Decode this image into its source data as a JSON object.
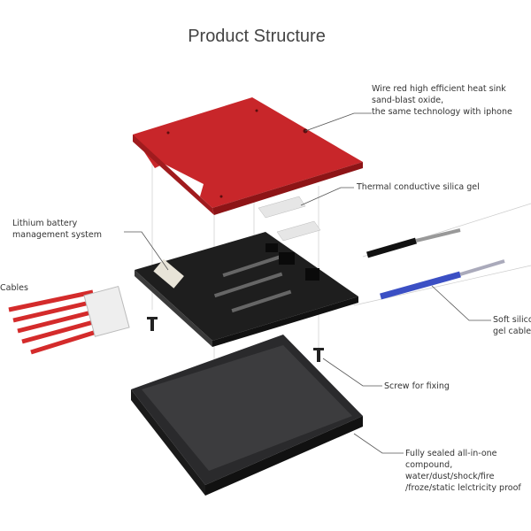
{
  "title": "Product Structure",
  "labels": {
    "heat_sink": [
      "Wire red high efficient heat sink",
      "sand-blast oxide,",
      "the same technology with iphone"
    ],
    "silica_gel": "Thermal conductive silica gel",
    "bms": [
      "Lithium battery",
      "management system"
    ],
    "cables": "Cables",
    "soft_cable": [
      "Soft silicone",
      "gel cable"
    ],
    "screw": "Screw for fixing",
    "sealed": [
      "Fully sealed all-in-one",
      "compound,",
      "water/dust/shock/fire",
      "/froze/static lelctricity proof"
    ]
  },
  "colors": {
    "heat_sink": "#c8262a",
    "case": "#2a2a2c",
    "pcb": "#1e1e1e",
    "cable_red": "#d42b2b",
    "gel_cable_blue": "#3b4fc4"
  }
}
